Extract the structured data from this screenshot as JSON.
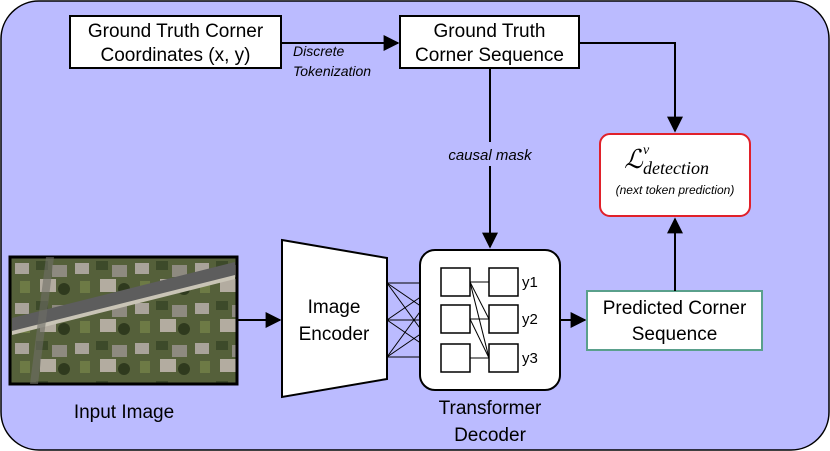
{
  "boxes": {
    "gt_coords": {
      "line1": "Ground Truth Corner",
      "line2": "Coordinates (x, y)"
    },
    "gt_sequence": {
      "line1": "Ground Truth",
      "line2": "Corner Sequence"
    },
    "loss": {
      "symbol": "ℒ",
      "superscript": "v",
      "subscript": "detection",
      "note": "(next token prediction)"
    },
    "encoder": {
      "line1": "Image",
      "line2": "Encoder"
    },
    "predicted": {
      "line1": "Predicted Corner",
      "line2": "Sequence"
    }
  },
  "edge_labels": {
    "tokenization_line1": "Discrete",
    "tokenization_line2": "Tokenization",
    "causal_mask": "causal mask"
  },
  "decoder": {
    "outputs": [
      "y1",
      "y2",
      "y3"
    ],
    "caption_line1": "Transformer",
    "caption_line2": "Decoder"
  },
  "input_image": {
    "caption": "Input Image"
  },
  "colors": {
    "panel": "#bbbbff",
    "loss_border": "#e0202a",
    "predicted_border": "#5aa08c"
  }
}
